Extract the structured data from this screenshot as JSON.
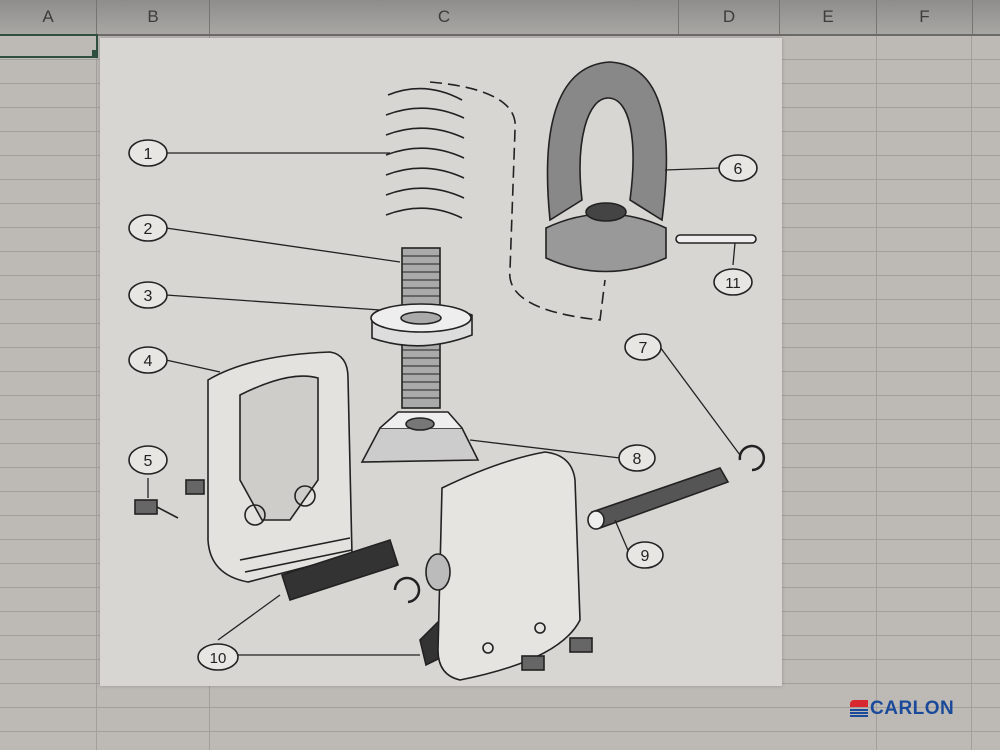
{
  "spreadsheet": {
    "columns": [
      "A",
      "B",
      "C",
      "D",
      "E",
      "F"
    ]
  },
  "diagram": {
    "callouts": [
      "1",
      "2",
      "3",
      "4",
      "5",
      "6",
      "7",
      "8",
      "9",
      "10",
      "11"
    ],
    "parts": [
      "spring",
      "threaded-bolt",
      "washer-ring",
      "swivel-body-left",
      "socket-screw",
      "eye-nut",
      "retaining-ring",
      "wedge-nut",
      "pin",
      "bearing-segment",
      "spring-pin"
    ]
  },
  "logo": {
    "text": "CARLON",
    "primary_color": "#1c4a9a",
    "accent_color": "#d8282f"
  }
}
